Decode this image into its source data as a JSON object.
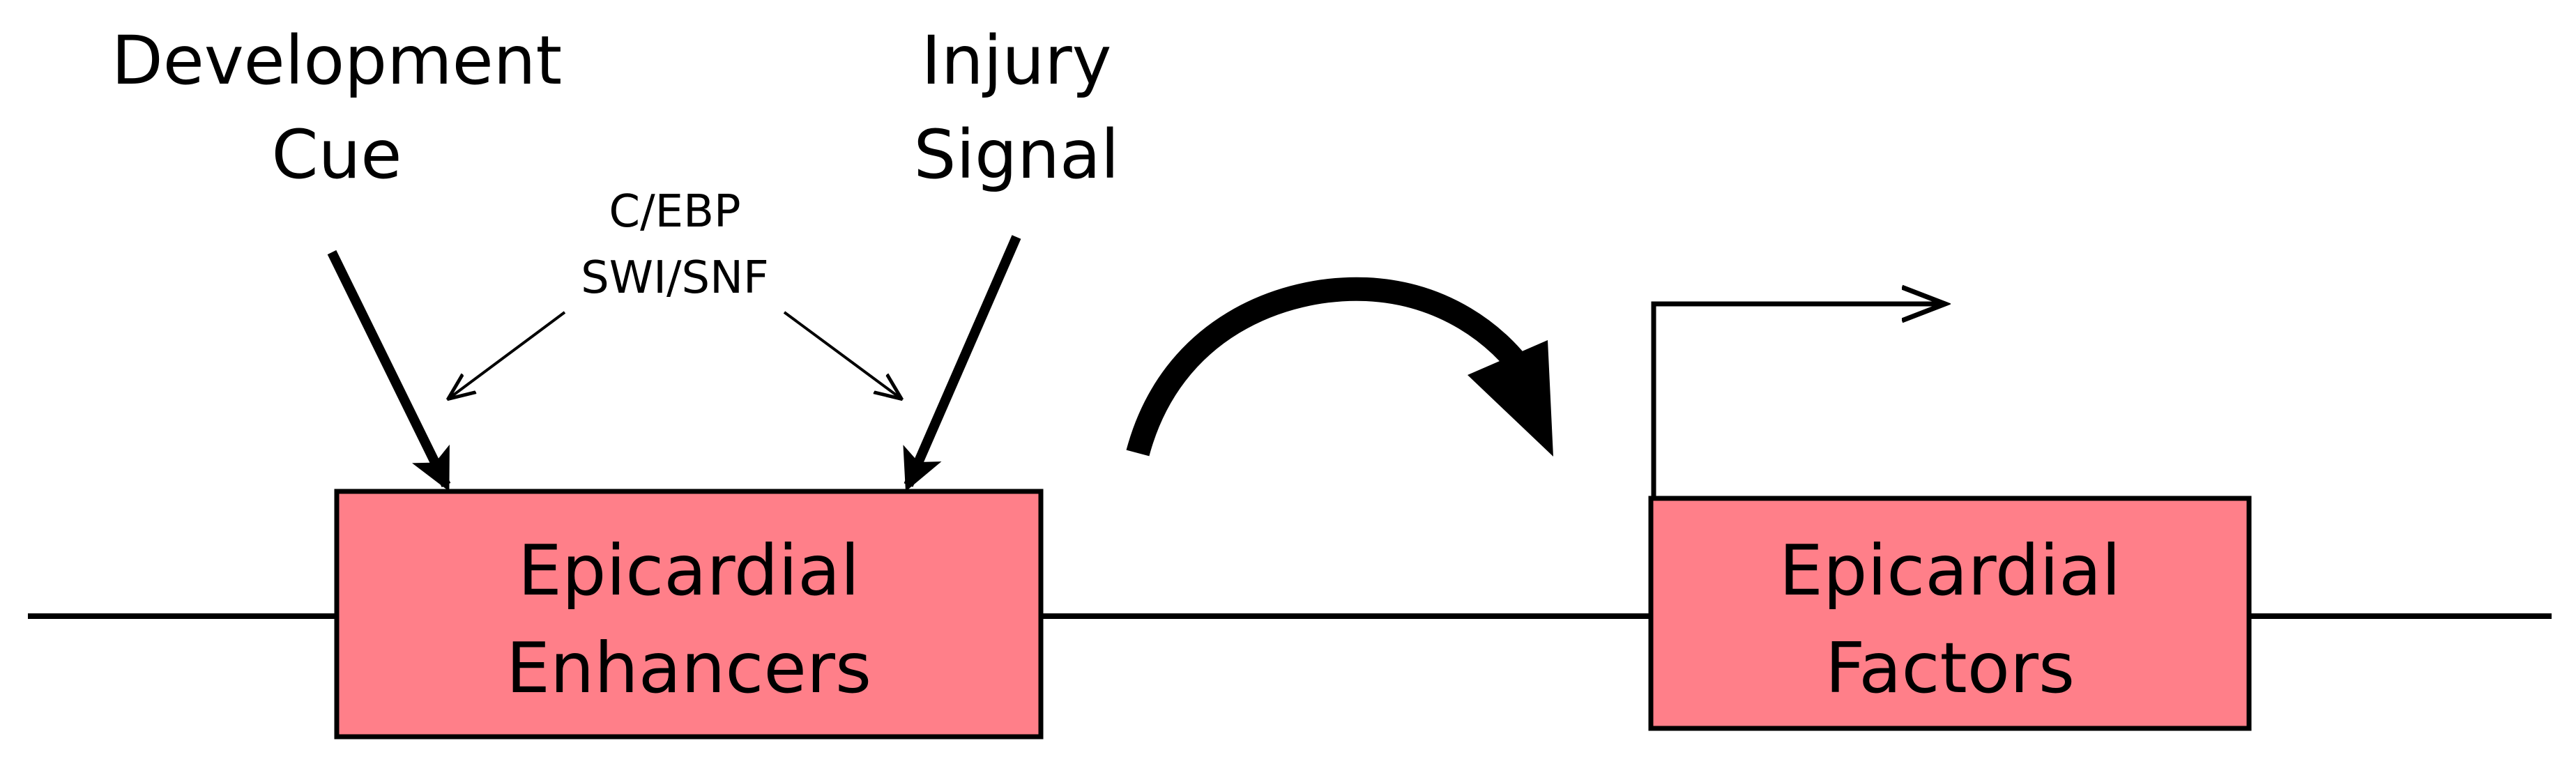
{
  "inputs": {
    "development": {
      "line1": "Development",
      "line2": "Cue"
    },
    "injury": {
      "line1": "Injury",
      "line2": "Signal"
    },
    "cofactors": {
      "line1": "C/EBP",
      "line2": "SWI/SNF"
    }
  },
  "boxes": {
    "enhancers": {
      "line1": "Epicardial",
      "line2": "Enhancers"
    },
    "factors": {
      "line1": "Epicardial",
      "line2": "Factors"
    }
  },
  "colors": {
    "box_fill": "#FF7F89",
    "stroke": "#000000",
    "background": "#FFFFFF"
  }
}
